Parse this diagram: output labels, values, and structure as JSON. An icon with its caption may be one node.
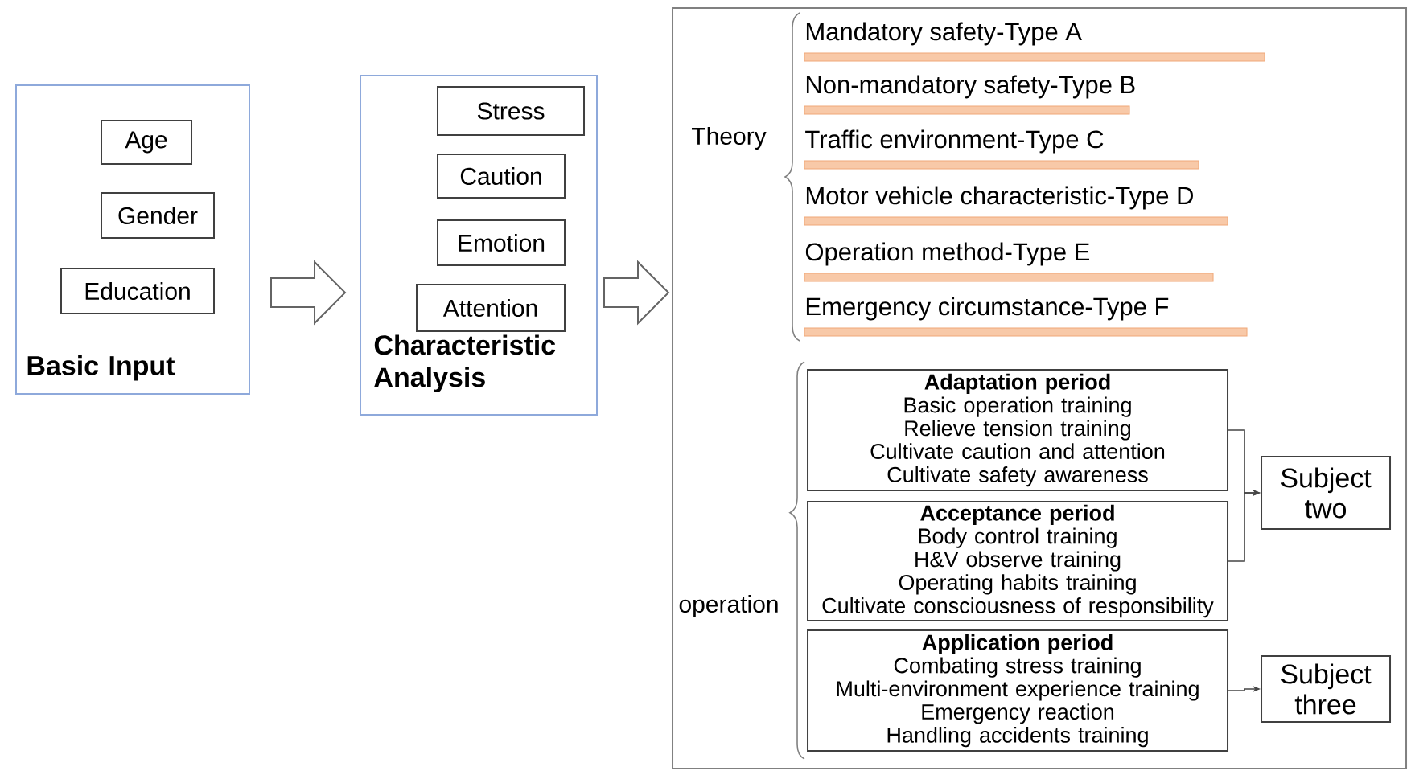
{
  "diagram": {
    "nodes": [
      {
        "text": [
          "Basic Input"
        ]
      },
      {
        "text": [
          "Age"
        ],
        "in": 0
      },
      {
        "text": [
          "Gender"
        ],
        "in": 0
      },
      {
        "text": [
          "Education"
        ],
        "in": 0
      },
      {
        "text": [
          "Characteristic Analysis"
        ]
      },
      {
        "text": [
          "Stress"
        ],
        "in": 4
      },
      {
        "text": [
          "Caution"
        ],
        "in": 4
      },
      {
        "text": [
          "Emotion"
        ],
        "in": 4
      },
      {
        "text": [
          "Attention"
        ],
        "in": 4
      },
      {
        "text": [],
        "shape": "box"
      },
      {
        "text": [
          "Adaptation period",
          "Basic operation training",
          "Relieve tension training",
          "Cultivate caution and attention Cultivate safety awareness"
        ],
        "in": 9
      },
      {
        "text": [
          "Acceptance period",
          "Body control training",
          "H&V observe training",
          "Operating habits training",
          "Cultivate consciousness of responsibility"
        ],
        "in": 9
      },
      {
        "text": [
          "Application period",
          "Combating stress training",
          "Multi-environment experience training",
          "Emergency reaction",
          "Handling accidents training"
        ],
        "in": 9
      },
      {
        "text": [
          "Subject two"
        ],
        "in": 9
      },
      {
        "text": [
          "Subject three"
        ],
        "in": 9
      }
    ],
    "edges": [
      {
        "from": 0,
        "to": 4,
        "arrow": "to"
      },
      {
        "from": 4,
        "to": 9,
        "arrow": "to"
      },
      {
        "from": 10,
        "to": 13,
        "arrow": "to"
      },
      {
        "from": 11,
        "to": 13,
        "arrow": "to"
      },
      {
        "from": 12,
        "to": 14,
        "arrow": "to"
      }
    ],
    "labels": [
      "Theory",
      "Mandatory safety-Type A",
      "Non-mandatory safety-Type B",
      "Traffic environment-Type C",
      "Motor vehicle characteristic-Type D",
      "Operation method-Type E",
      "Emergency circumstance-Type F",
      "operation"
    ]
  }
}
